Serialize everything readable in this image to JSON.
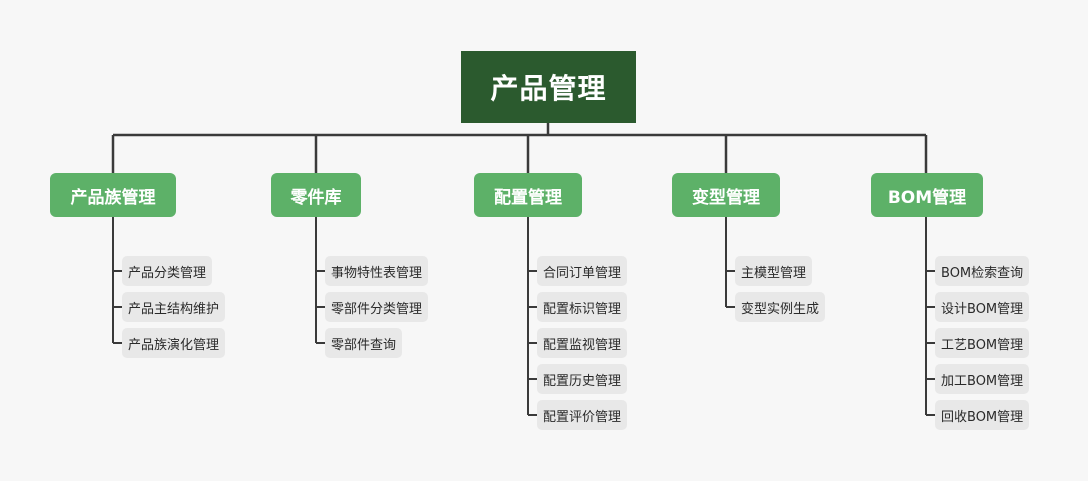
{
  "root": {
    "label": "产品管理"
  },
  "branches": [
    {
      "label": "产品族管理",
      "children": [
        "产品分类管理",
        "产品主结构维护",
        "产品族演化管理"
      ]
    },
    {
      "label": "零件库",
      "children": [
        "事物特性表管理",
        "零部件分类管理",
        "零部件查询"
      ]
    },
    {
      "label": "配置管理",
      "children": [
        "合同订单管理",
        "配置标识管理",
        "配置监视管理",
        "配置历史管理",
        "配置评价管理"
      ]
    },
    {
      "label": "变型管理",
      "children": [
        "主模型管理",
        "变型实例生成"
      ]
    },
    {
      "label": "BOM管理",
      "children": [
        "BOM检索查询",
        "设计BOM管理",
        "工艺BOM管理",
        "加工BOM管理",
        "回收BOM管理"
      ]
    }
  ],
  "colors": {
    "root_bg": "#2b5a2e",
    "branch_bg": "#5db168",
    "leaf_bg": "#e8e8e8",
    "connector": "#3a3a3a",
    "background": "#f7f7f7"
  }
}
